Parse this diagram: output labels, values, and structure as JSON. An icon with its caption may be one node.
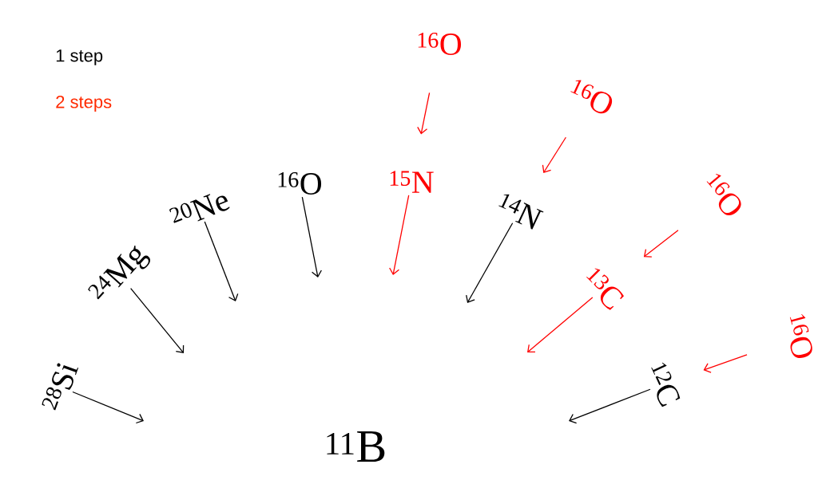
{
  "diagram": {
    "nodes": [
      {
        "text": [
          "$^{11}$B"
        ]
      },
      {
        "text": [
          "$^{28}$Si"
        ]
      },
      {
        "text": [
          "$^{24}$Mg"
        ]
      },
      {
        "text": [
          "$^{20}$Ne"
        ]
      },
      {
        "text": [
          "$^{16}$O"
        ]
      },
      {
        "text": [
          "$^{15}$N"
        ]
      },
      {
        "text": [
          "$^{14}$N"
        ]
      },
      {
        "text": [
          "$^{13}$C"
        ]
      },
      {
        "text": [
          "$^{12}$C"
        ]
      },
      {
        "text": [
          "$^{16}$O"
        ]
      },
      {
        "text": [
          "$^{16}$O"
        ]
      },
      {
        "text": [
          "$^{16}$O"
        ]
      },
      {
        "text": [
          "$^{16}$O"
        ]
      }
    ],
    "edges": [
      {
        "from": 1,
        "to": null,
        "arrow": "to"
      },
      {
        "from": 2,
        "to": null,
        "arrow": "to"
      },
      {
        "from": 3,
        "to": null,
        "arrow": "to"
      },
      {
        "from": 4,
        "to": null,
        "arrow": "to"
      },
      {
        "from": 5,
        "to": null,
        "arrow": "to",
        "color": "#ff0000"
      },
      {
        "from": 6,
        "to": null,
        "arrow": "to"
      },
      {
        "from": 7,
        "to": null,
        "arrow": "to",
        "color": "#ff0000"
      },
      {
        "from": 8,
        "to": null,
        "arrow": "to"
      },
      {
        "from": 9,
        "to": 5,
        "arrow": "to",
        "color": "#ff0000"
      },
      {
        "from": 10,
        "to": 6,
        "arrow": "to",
        "color": "#ff0000"
      },
      {
        "from": 11,
        "to": 7,
        "arrow": "to",
        "color": "#ff0000"
      },
      {
        "from": 12,
        "to": 8,
        "arrow": "to",
        "color": "#ff0000"
      }
    ],
    "legend": [
      {
        "text": "1 step",
        "color": "#000000"
      },
      {
        "text": "2 steps",
        "color": "#ff2a00"
      }
    ]
  }
}
